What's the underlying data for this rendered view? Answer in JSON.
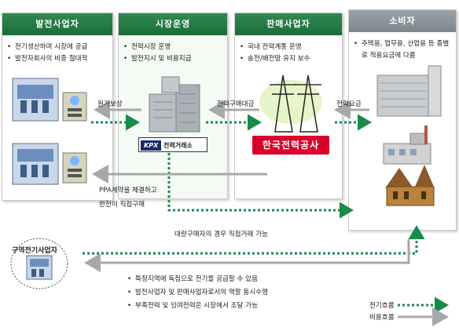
{
  "boxes": {
    "generator": {
      "title": "발전사업자",
      "items": [
        "전기생산하여 시장에 공급",
        "발전자회사의 비중 절대적"
      ]
    },
    "market": {
      "title": "시장운영",
      "items": [
        "전력시장 운영",
        "발전지시 및 비용지급"
      ]
    },
    "seller": {
      "title": "판매사업자",
      "items": [
        "국내 전력계통 운영",
        "송전/배전망 유지 보수"
      ]
    },
    "consumer": {
      "title": "소비자",
      "items": [
        "주택용, 업무용, 산업용 등 종별로 적용요금에 다름"
      ]
    }
  },
  "flows": {
    "cost_comp": "원가보상",
    "power_purchase": "전력구매대금",
    "power_fee": "전력요금",
    "ppa_line1": "PPA계약을 체결하고",
    "ppa_line2": "한전이 직접구매",
    "large_buyer": "대량구매자의 경우 직접거래 가능"
  },
  "logos": {
    "kpx_badge": "KPX",
    "kpx_name": "전력거래소",
    "kepco_name": "한국전력공사"
  },
  "region": {
    "title": "구역전기사업자",
    "items": [
      "특정지역에 독점으로 전기를 공급할 수 있음",
      "발전사업자 및 판매사업자로서의 역할 동시수행",
      "부족전력 및 잉여전력은 시장에서 조달 가능"
    ]
  },
  "legend": {
    "electric": "전기흐름",
    "cost": "비용흐름"
  },
  "colors": {
    "green_header": "#2a7d47",
    "gray_header": "#8b9499",
    "electric_flow": "#1a8a4a",
    "cost_flow": "#999999"
  }
}
